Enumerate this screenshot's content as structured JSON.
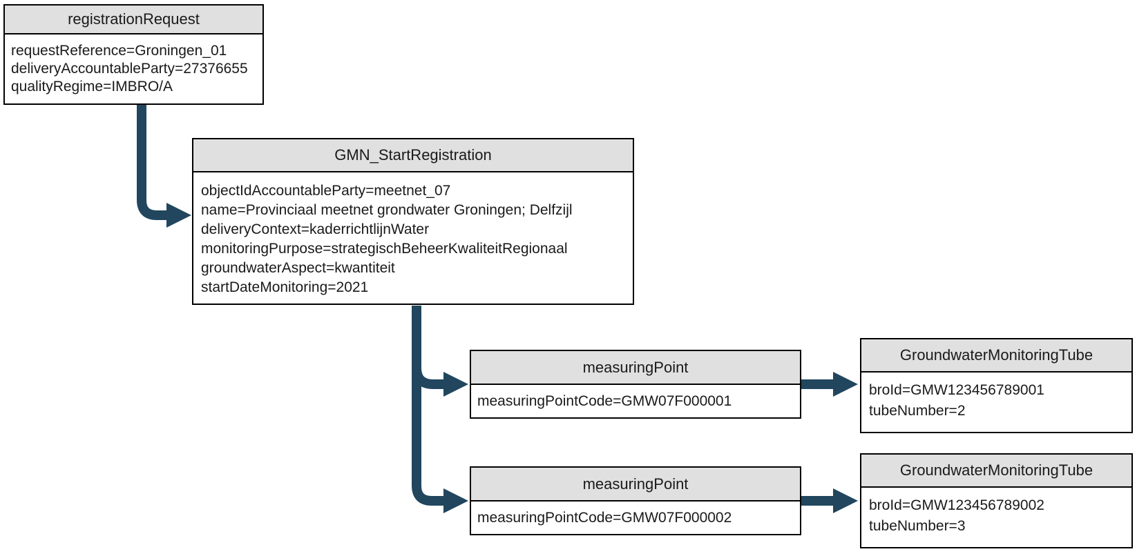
{
  "diagram": {
    "colors": {
      "arrow": "#21465e",
      "header_bg": "#e0e0e0",
      "border": "#000000",
      "text": "#1a1a1a"
    },
    "nodes": [
      {
        "id": "registrationRequest",
        "title": "registrationRequest",
        "lines": [
          "requestReference=Groningen_01",
          "deliveryAccountableParty=27376655",
          "qualityRegime=IMBRO/A"
        ]
      },
      {
        "id": "GMN_StartRegistration",
        "title": "GMN_StartRegistration",
        "lines": [
          "objectIdAccountableParty=meetnet_07",
          "name=Provinciaal meetnet grondwater Groningen; Delfzijl",
          "deliveryContext=kaderrichtlijnWater",
          "monitoringPurpose=strategischBeheerKwaliteitRegionaal",
          "groundwaterAspect=kwantiteit",
          "startDateMonitoring=2021"
        ]
      },
      {
        "id": "measuringPoint1",
        "title": "measuringPoint",
        "lines": [
          "measuringPointCode=GMW07F000001"
        ]
      },
      {
        "id": "GroundwaterMonitoringTube1",
        "title": "GroundwaterMonitoringTube",
        "lines": [
          "broId=GMW123456789001",
          "tubeNumber=2"
        ]
      },
      {
        "id": "measuringPoint2",
        "title": "measuringPoint",
        "lines": [
          "measuringPointCode=GMW07F000002"
        ]
      },
      {
        "id": "GroundwaterMonitoringTube2",
        "title": "GroundwaterMonitoringTube",
        "lines": [
          "broId=GMW123456789002",
          "tubeNumber=3"
        ]
      }
    ]
  }
}
